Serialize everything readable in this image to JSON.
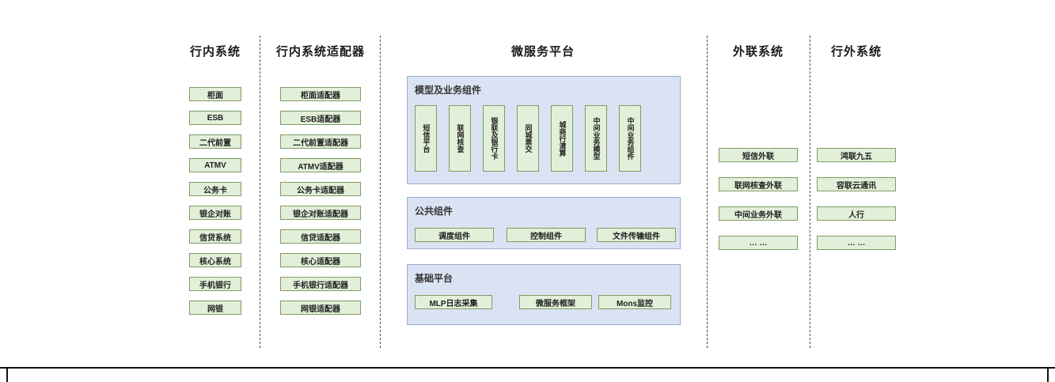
{
  "diagram": {
    "col1": {
      "title": "行内系统",
      "items": [
        "柜面",
        "ESB",
        "二代前置",
        "ATMV",
        "公务卡",
        "银企对账",
        "信贷系统",
        "核心系统",
        "手机银行",
        "网银"
      ]
    },
    "col2": {
      "title": "行内系统适配器",
      "items": [
        "柜面适配器",
        "ESB适配器",
        "二代前置适配器",
        "ATMV适配器",
        "公务卡适配器",
        "银企对账适配器",
        "信贷适配器",
        "核心适配器",
        "手机银行适配器",
        "网银适配器"
      ]
    },
    "platform": {
      "title": "微服务平台",
      "model_group": {
        "label": "模型及业务组件",
        "items": [
          "短信平台",
          "联网核查",
          "银联及银行卡",
          "同城票交",
          "城商行清算",
          "中间业务模型",
          "中间业务组件"
        ]
      },
      "common_group": {
        "label": "公共组件",
        "items": [
          "调度组件",
          "控制组件",
          "文件传输组件"
        ]
      },
      "base_group": {
        "label": "基础平台",
        "items": [
          "MLP日志采集",
          "微服务框架",
          "Mons监控"
        ]
      }
    },
    "col4": {
      "title": "外联系统",
      "items": [
        "短信外联",
        "联网核查外联",
        "中间业务外联",
        "… …"
      ]
    },
    "col5": {
      "title": "行外系统",
      "items": [
        "鸿联九五",
        "容联云通讯",
        "人行",
        "… …"
      ]
    },
    "colors": {
      "green_fill": "#e2efd9",
      "green_border": "#7f9b63",
      "blue_fill": "#dae3f3",
      "blue_border": "#9cabcf"
    }
  }
}
